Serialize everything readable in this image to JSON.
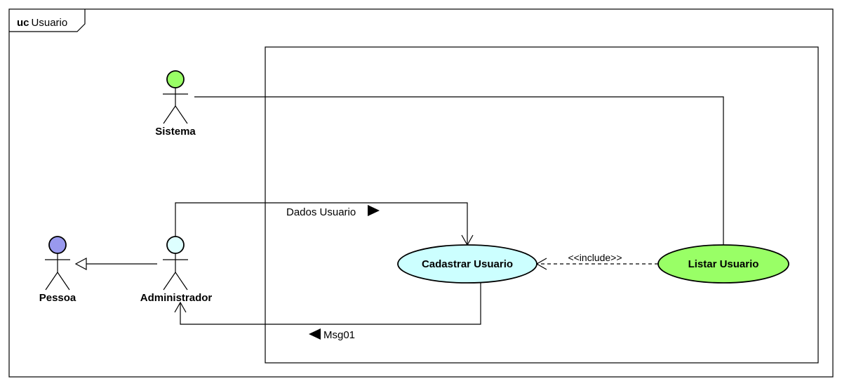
{
  "frame": {
    "keyword": "uc",
    "name": "Usuario"
  },
  "actors": {
    "sistema": {
      "label": "Sistema",
      "color": "#99ff66"
    },
    "administrador": {
      "label": "Administrador",
      "color": "#ddffff"
    },
    "pessoa": {
      "label": "Pessoa",
      "color": "#9999ee"
    }
  },
  "use_cases": {
    "cadastrar": {
      "label": "Cadastrar Usuario",
      "color": "#ccffff"
    },
    "listar": {
      "label": "Listar Usuario",
      "color": "#99ff66"
    }
  },
  "messages": {
    "dados": "Dados Usuario",
    "msg01": "Msg01"
  },
  "stereotypes": {
    "include": "<<include>>"
  }
}
